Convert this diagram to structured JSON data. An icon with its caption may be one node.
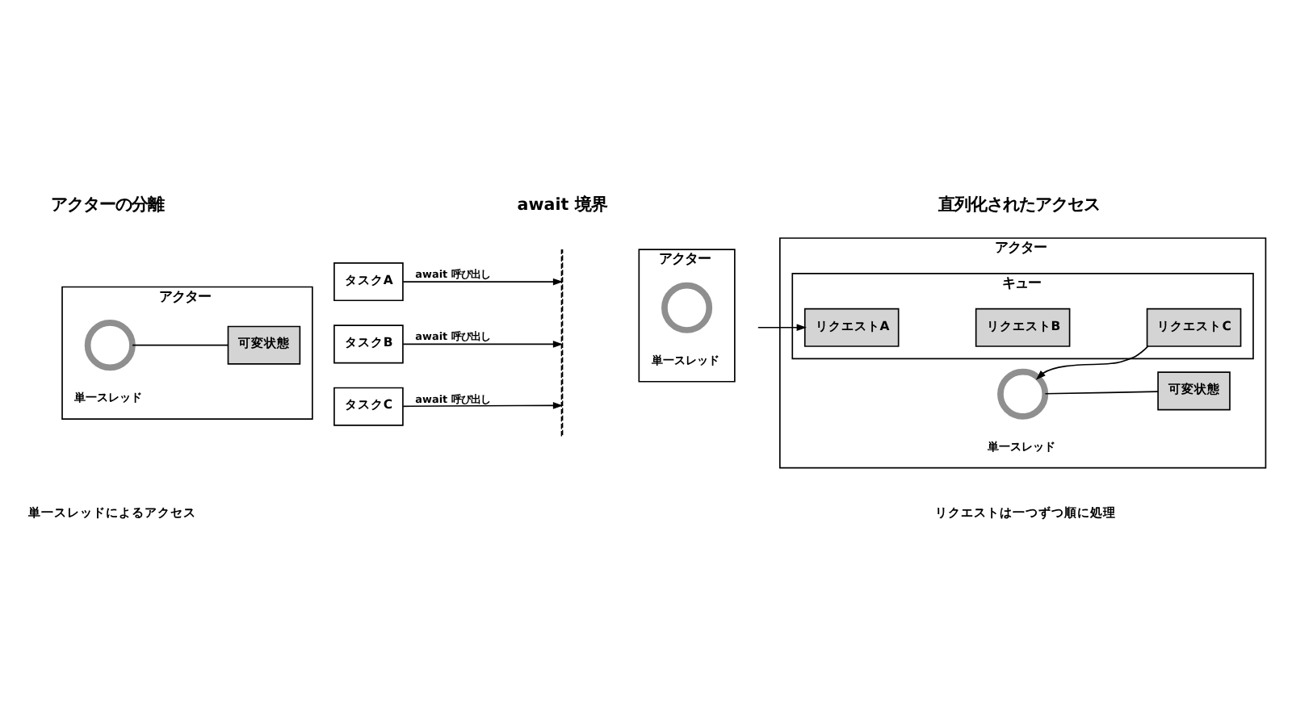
{
  "diagram": {
    "nodes": [
      {
        "text": [
          "アクター"
        ]
      },
      {
        "text": [],
        "shape": "circle",
        "in": 0,
        "beside": [
          "単一スレッド"
        ]
      },
      {
        "text": [
          "可変状態"
        ],
        "in": 0
      },
      {
        "text": [
          "タスクA"
        ]
      },
      {
        "text": [
          "タスクB"
        ]
      },
      {
        "text": [
          "タスクC"
        ]
      },
      {
        "text": [],
        "shape": "line"
      },
      {
        "text": [
          "アクター"
        ]
      },
      {
        "text": [],
        "shape": "circle",
        "in": 7,
        "beside": [
          "単一スレッド"
        ]
      },
      {
        "text": [
          "アクター"
        ]
      },
      {
        "text": [
          "キュー"
        ],
        "in": 9
      },
      {
        "text": [
          "リクエストA"
        ],
        "in": 10
      },
      {
        "text": [
          "リクエストB"
        ],
        "in": 10
      },
      {
        "text": [
          "リクエストC"
        ],
        "in": 10
      },
      {
        "text": [],
        "shape": "circle",
        "in": 9,
        "beside": [
          "単一スレッド"
        ]
      },
      {
        "text": [
          "可変状態"
        ],
        "in": 9
      }
    ],
    "edges": [
      {
        "from": 1,
        "to": 2,
        "arrow": "none"
      },
      {
        "from": 3,
        "to": 6,
        "arrow": "to",
        "label": "await 呼び出し"
      },
      {
        "from": 4,
        "to": 6,
        "arrow": "to",
        "label": "await 呼び出し"
      },
      {
        "from": 5,
        "to": 6,
        "arrow": "to",
        "label": "await 呼び出し"
      },
      {
        "from": null,
        "to": 11,
        "arrow": "to"
      },
      {
        "from": 13,
        "to": 14,
        "arrow": "to"
      },
      {
        "from": 14,
        "to": 15,
        "arrow": "none"
      }
    ],
    "labels": [
      "アクターの分離",
      "await 境界",
      "直列化されたアクセス",
      "単一スレッドによるアクセス",
      "リクエストは一つずつ順に処理"
    ]
  }
}
